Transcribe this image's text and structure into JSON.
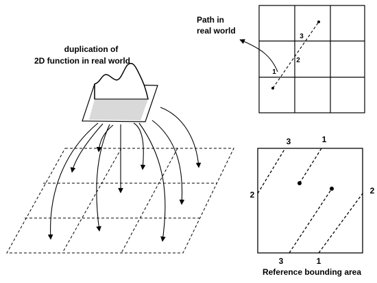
{
  "labels": {
    "duplication_line1": "duplication of",
    "duplication_line2": "2D function in real world",
    "path_line1": "Path in",
    "path_line2": "real world",
    "reference_caption": "Reference bounding area"
  },
  "path_segment_numbers": {
    "n1": "1",
    "n2": "2",
    "n3": "3"
  },
  "reference_numbers": {
    "top_3": "3",
    "top_1": "1",
    "left_2": "2",
    "right_2": "2",
    "bottom_3": "3",
    "bottom_1": "1"
  },
  "colors": {
    "stroke": "#000000",
    "shaded_region": "#d9d9d9"
  }
}
